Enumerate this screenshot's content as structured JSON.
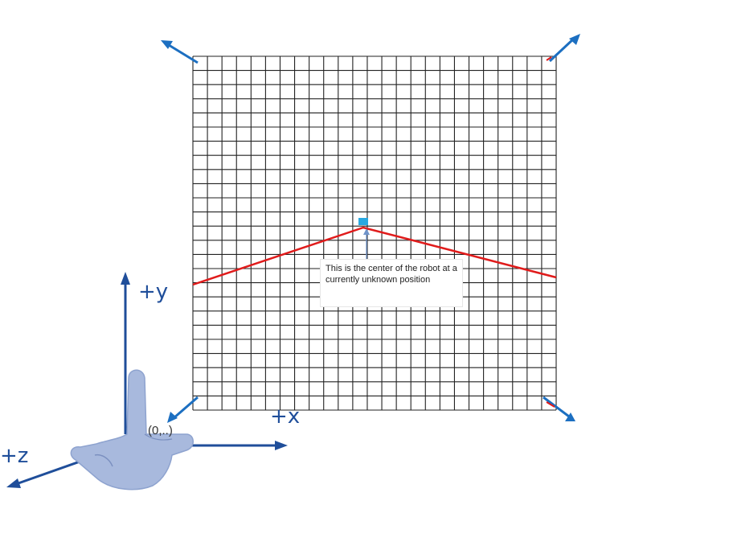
{
  "callout": {
    "text": "This is the center of the robot at a currently unknown position"
  },
  "axes": {
    "y_label": "+y",
    "x_label": "+x",
    "z_label": "+z",
    "origin_label": "(0,..)"
  },
  "colors": {
    "grid": "#222222",
    "triangle": "#e01b1b",
    "corner_arrow": "#1c6fc1",
    "axis": "#1f4e9a",
    "hand": "#a8b9dd",
    "marker": "#29a8e0"
  },
  "icons": {
    "hand": "right-hand-rule-icon",
    "corner_arrow": "arrow-icon",
    "center": "robot-center-icon"
  }
}
